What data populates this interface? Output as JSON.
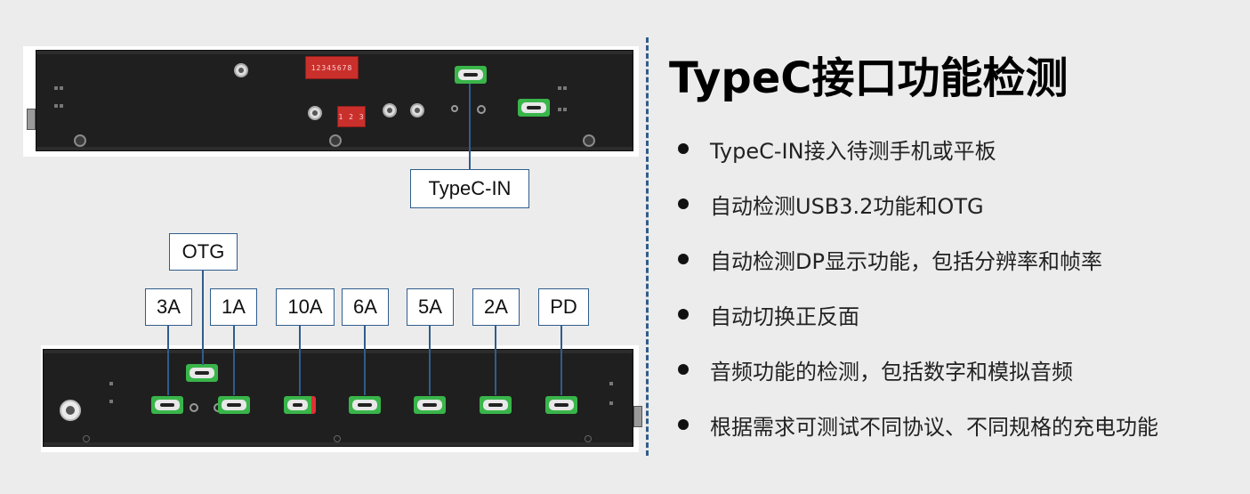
{
  "title": "TypeC接口功能检测",
  "top_device": {
    "callout": "TypeC-IN",
    "dip_switch_text": "12345678",
    "small_switch_text": "1 2 3"
  },
  "bottom_device": {
    "callouts": {
      "otg": "OTG",
      "ports": [
        "3A",
        "1A",
        "10A",
        "6A",
        "5A",
        "2A",
        "PD"
      ]
    }
  },
  "features": [
    "TypeC-IN接入待测手机或平板",
    "自动检测USB3.2功能和OTG",
    "自动检测DP显示功能，包括分辨率和帧率",
    "自动切换正反面",
    "音频功能的检测，包括数字和模拟音频",
    "根据需求可测试不同协议、不同规格的充电功能"
  ],
  "colors": {
    "callout_border": "#2f5d8c",
    "port_green": "#39b54a",
    "connector_red": "#c9302c",
    "device_body": "#1f1f1f"
  }
}
